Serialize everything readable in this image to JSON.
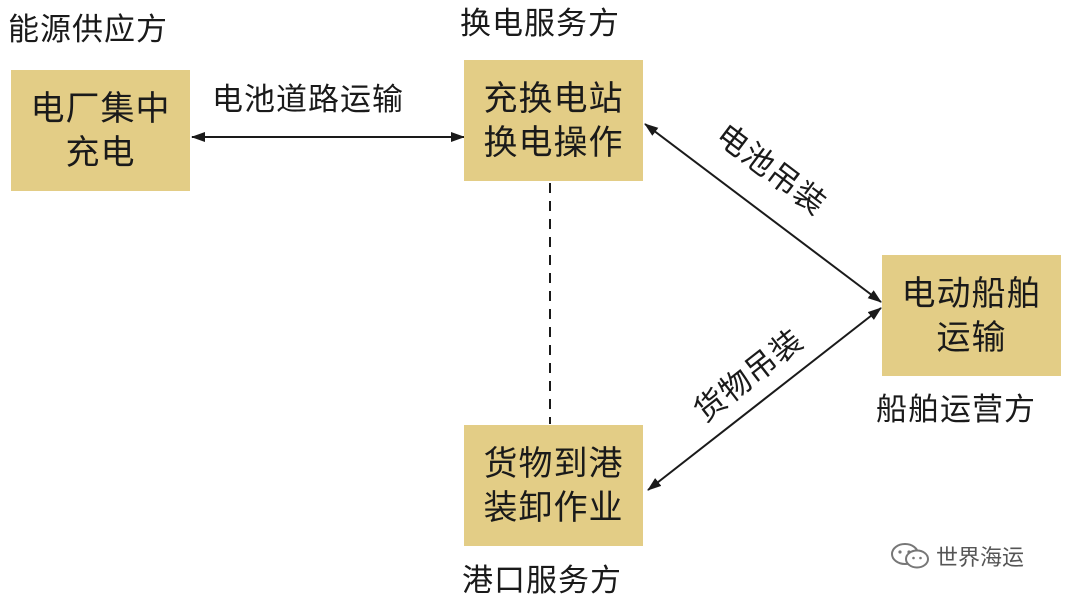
{
  "nodes": {
    "power_plant": {
      "role": "能源供应方",
      "text": "电厂集中\n充电"
    },
    "swap_station": {
      "role": "换电服务方",
      "text": "充换电站\n换电操作"
    },
    "electric_ship": {
      "role": "船舶运营方",
      "text": "电动船舶\n运输"
    },
    "port": {
      "role": "港口服务方",
      "text": "货物到港\n装卸作业"
    }
  },
  "edges": {
    "road_transport": "电池道路运输",
    "battery_hoisting": "电池吊装",
    "cargo_hoisting": "货物吊装"
  },
  "watermark": {
    "text": "世界海运",
    "icon": "wechat-icon"
  },
  "colors": {
    "box_fill": "#e3cd86",
    "line": "#1a1a1a"
  }
}
